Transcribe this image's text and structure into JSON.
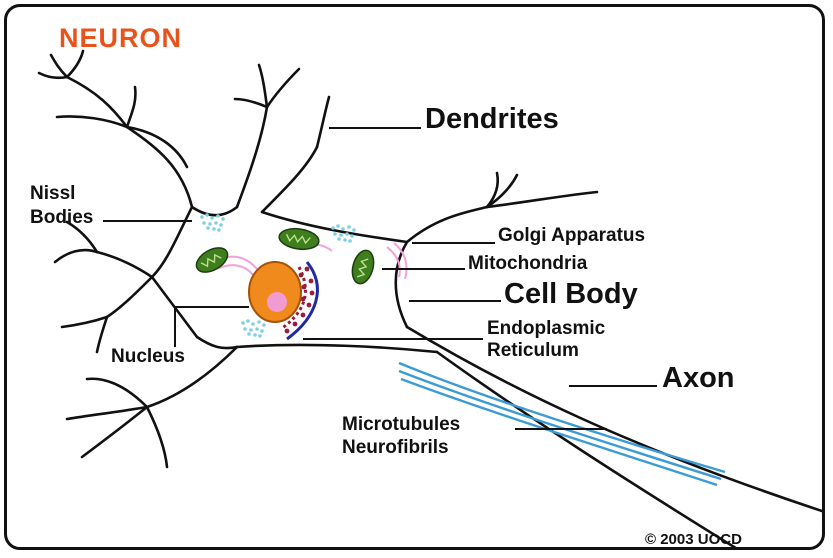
{
  "title": "NEURON",
  "copyright": "© 2003 UOCD",
  "colors": {
    "title": "#e8531c",
    "nucleus": "#f08a1c",
    "nucleolus": "#f29ad2",
    "mitochondria": "#3f7d1f",
    "golgi": "#f2a0e0",
    "nissl": "#7fd0e2",
    "er": "#9b1b3a",
    "er_membrane": "#1f2aa0",
    "microtubules": "#3b9bd6"
  },
  "labels": {
    "dendrites": "Dendrites",
    "nissl_line1": "Nissl",
    "nissl_line2": "Bodies",
    "golgi": "Golgi Apparatus",
    "mitochondria": "Mitochondria",
    "cell_body": "Cell Body",
    "nucleus": "Nucleus",
    "er_line1": "Endoplasmic",
    "er_line2": "Reticulum",
    "axon": "Axon",
    "microtubules_line1": "Microtubules",
    "microtubules_line2": "Neurofibrils"
  }
}
